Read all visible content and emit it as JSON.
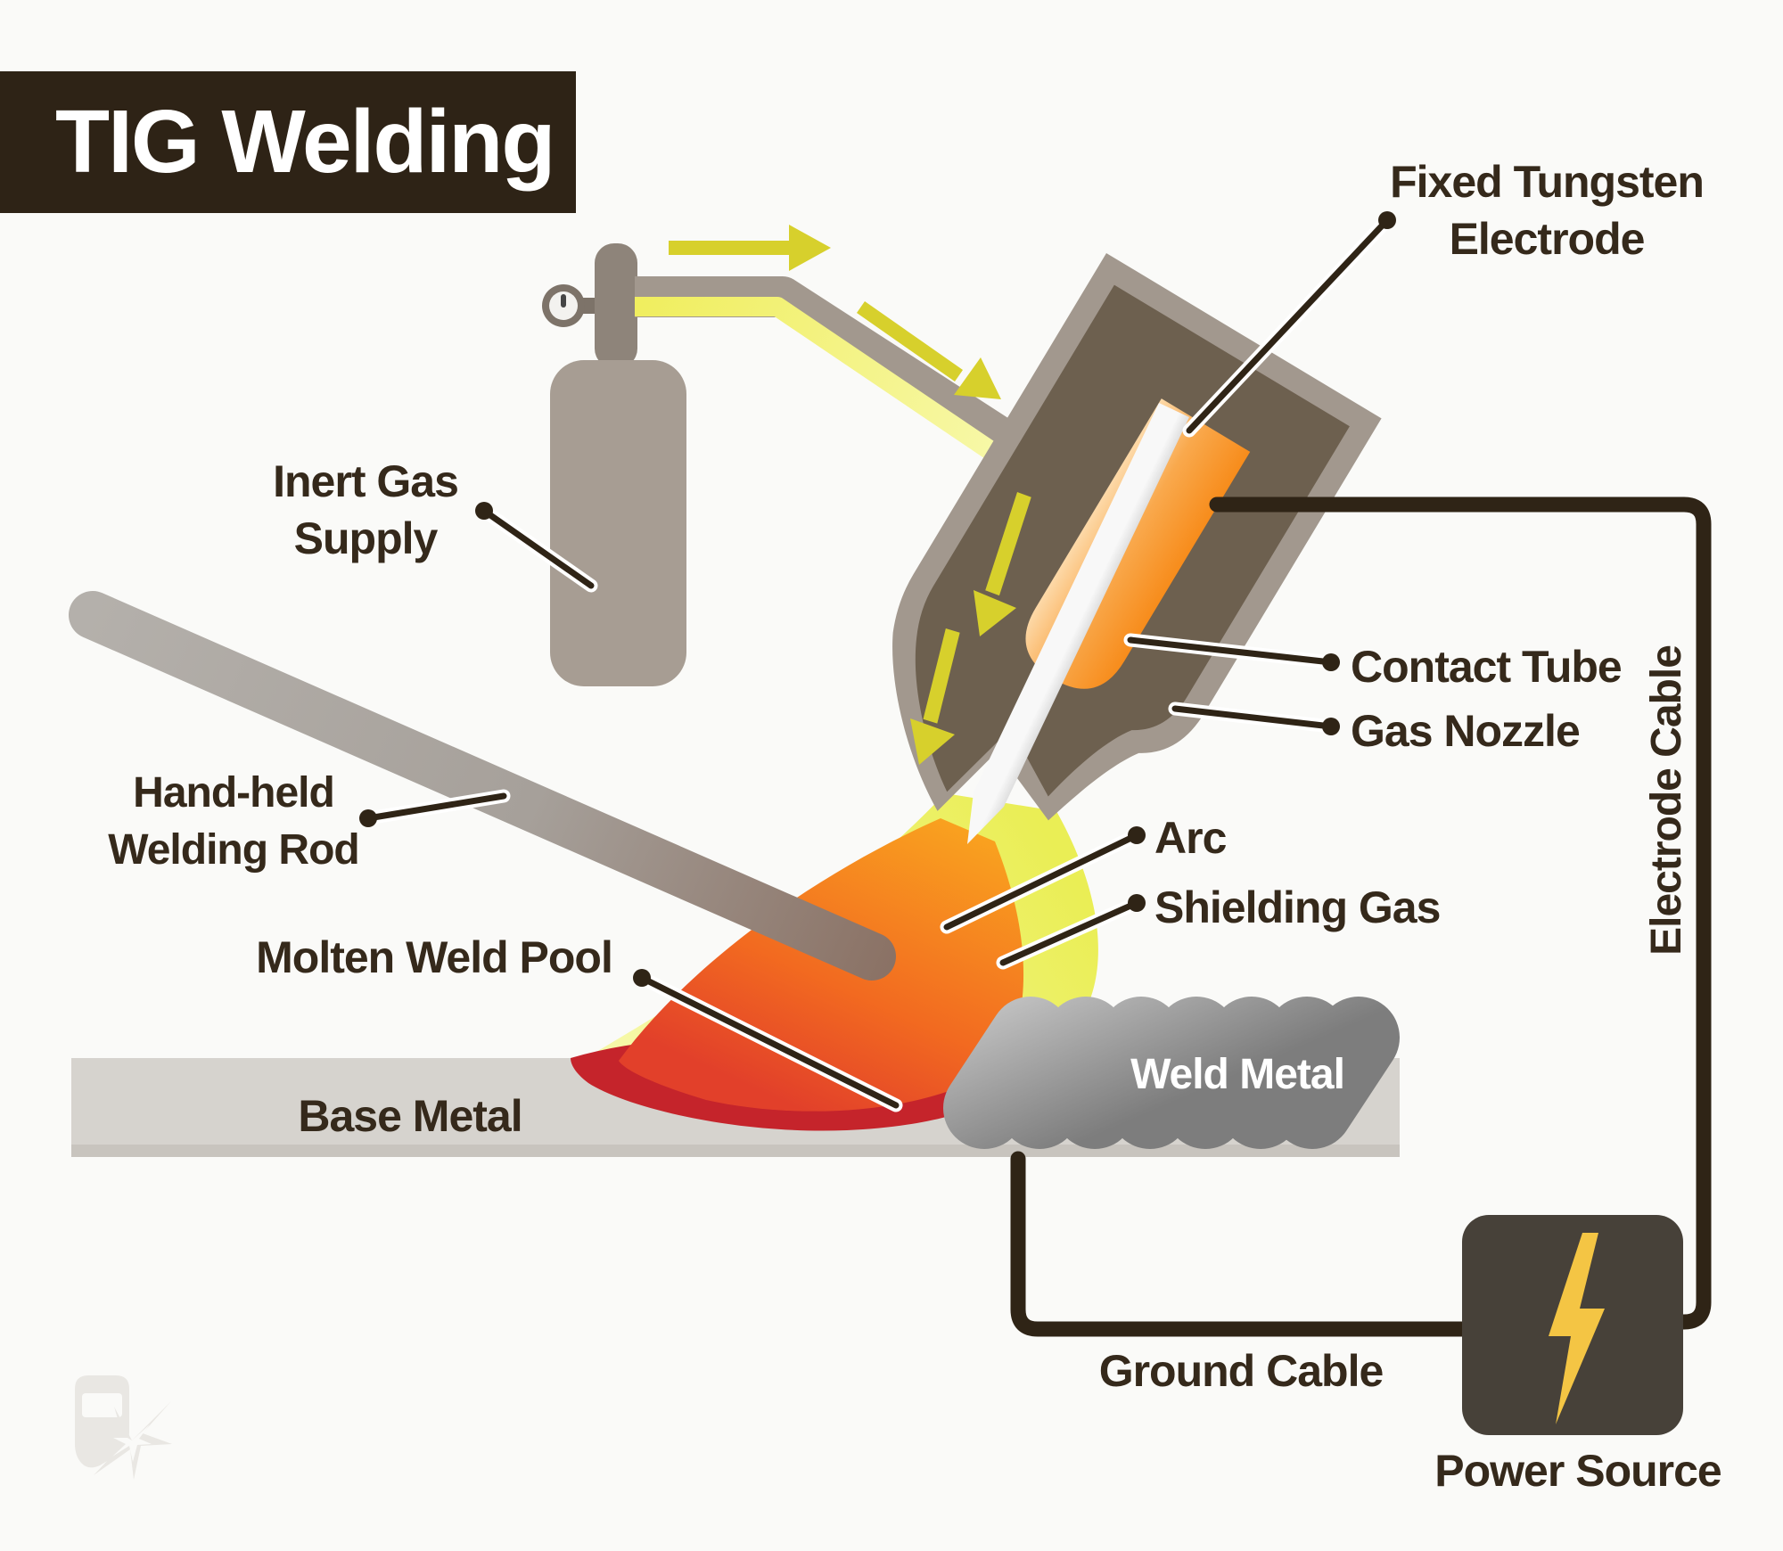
{
  "title": "TIG Welding",
  "labels": {
    "fixed_tungsten_line1": "Fixed Tungsten",
    "fixed_tungsten_line2": "Electrode",
    "inert_gas_line1": "Inert Gas",
    "inert_gas_line2": "Supply",
    "contact_tube": "Contact Tube",
    "gas_nozzle": "Gas Nozzle",
    "electrode_cable": "Electrode Cable",
    "hand_held_line1": "Hand-held",
    "hand_held_line2": "Welding Rod",
    "arc": "Arc",
    "shielding_gas": "Shielding Gas",
    "molten_weld_pool": "Molten Weld Pool",
    "base_metal": "Base Metal",
    "weld_metal": "Weld Metal",
    "ground_cable": "Ground Cable",
    "power_source": "Power Source"
  },
  "icons": {
    "power_bolt": "lightning-bolt-icon",
    "gas_flow_arrows": "yellow-flow-arrow-icon",
    "pressure_gauge": "gauge-icon",
    "watermark": "welding-helmet-spark-logo"
  },
  "colors": {
    "background": "#fafaf8",
    "title_bg": "#2e2316",
    "title_text": "#ffffff",
    "label_text": "#35291b",
    "cable": "#2f2416",
    "taupe": "#a2988e",
    "torch_interior": "#6d604f",
    "cylinder": "#a79d93",
    "cylinder_neck": "#8e847a",
    "hose_yellow": "#f2f06e",
    "flow_arrow_yellow": "#d7d02c",
    "shielding_cone": "#edf05e",
    "arc_orange": "#f9a11f",
    "arc_red": "#e2402a",
    "molten_pool": "#c5242b",
    "base_metal_slab": "#d6d3ce",
    "weld_bead": "#9a9a9a",
    "power_box": "#474139",
    "bolt_yellow": "#f4c544"
  }
}
